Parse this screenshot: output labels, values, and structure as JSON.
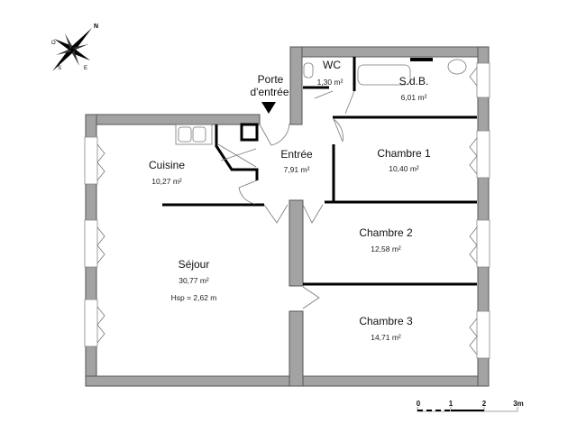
{
  "plan": {
    "entrance_label_line1": "Porte",
    "entrance_label_line2": "d'entrée",
    "rooms": [
      {
        "name": "Cuisine",
        "area": "10,27 m²"
      },
      {
        "name": "Séjour",
        "area": "30,77 m²",
        "note": "Hsp = 2,62 m"
      },
      {
        "name": "Entrée",
        "area": "7,91 m²"
      },
      {
        "name": "WC",
        "area": "1,30 m²"
      },
      {
        "name": "S.d.B.",
        "area": "6,01 m²"
      },
      {
        "name": "Chambre 1",
        "area": "10,40 m²"
      },
      {
        "name": "Chambre 2",
        "area": "12,58 m²"
      },
      {
        "name": "Chambre 3",
        "area": "14,71 m²"
      }
    ]
  },
  "compass": {
    "n": "N",
    "e": "E",
    "s": "S",
    "o": "O"
  },
  "scale": {
    "ticks": [
      "0",
      "1",
      "2",
      "3m"
    ]
  },
  "colors": {
    "wall": "#a3a3a3",
    "partition": "#000000"
  }
}
